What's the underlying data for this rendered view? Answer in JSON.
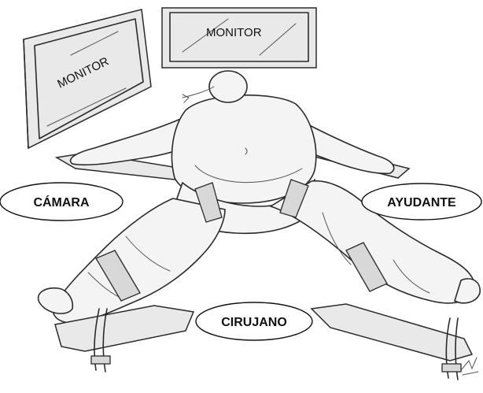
{
  "monitors": [
    {
      "label": "MONITOR"
    },
    {
      "label": "MONITOR"
    }
  ],
  "roles": {
    "camera": "CÁMARA",
    "assistant": "AYUDANTE",
    "surgeon": "CIRUJANO"
  }
}
